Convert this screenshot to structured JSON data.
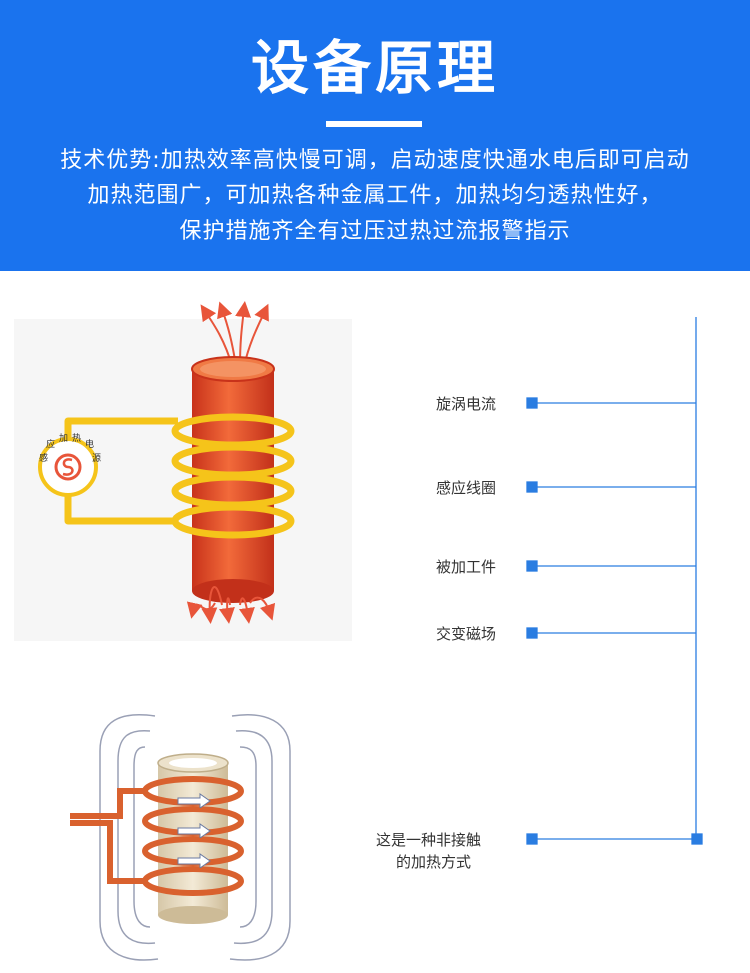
{
  "header": {
    "title": "设备原理",
    "line1": "技术优势:加热效率高快慢可调，启动速度快通水电后即可启动",
    "line2": "加热范围广，可加热各种金属工件，加热均匀透热性好，",
    "line3": "保护措施齐全有过压过热过流报警指示"
  },
  "labels": {
    "eddy_current": "旋涡电流",
    "induction_coil": "感应线圈",
    "workpiece": "被加工件",
    "alternating_field": "交变磁场",
    "non_contact_l1": "这是一种非接触",
    "non_contact_l2": "的加热方式"
  },
  "source_badge": [
    "感",
    "应",
    "加",
    "热",
    "电",
    "源"
  ],
  "colors": {
    "header_bg": "#1a73ee",
    "accent_line": "#2a7de1",
    "coil": "#f5c41a",
    "workpiece": "#e84a2a",
    "copper": "#d9612e"
  }
}
